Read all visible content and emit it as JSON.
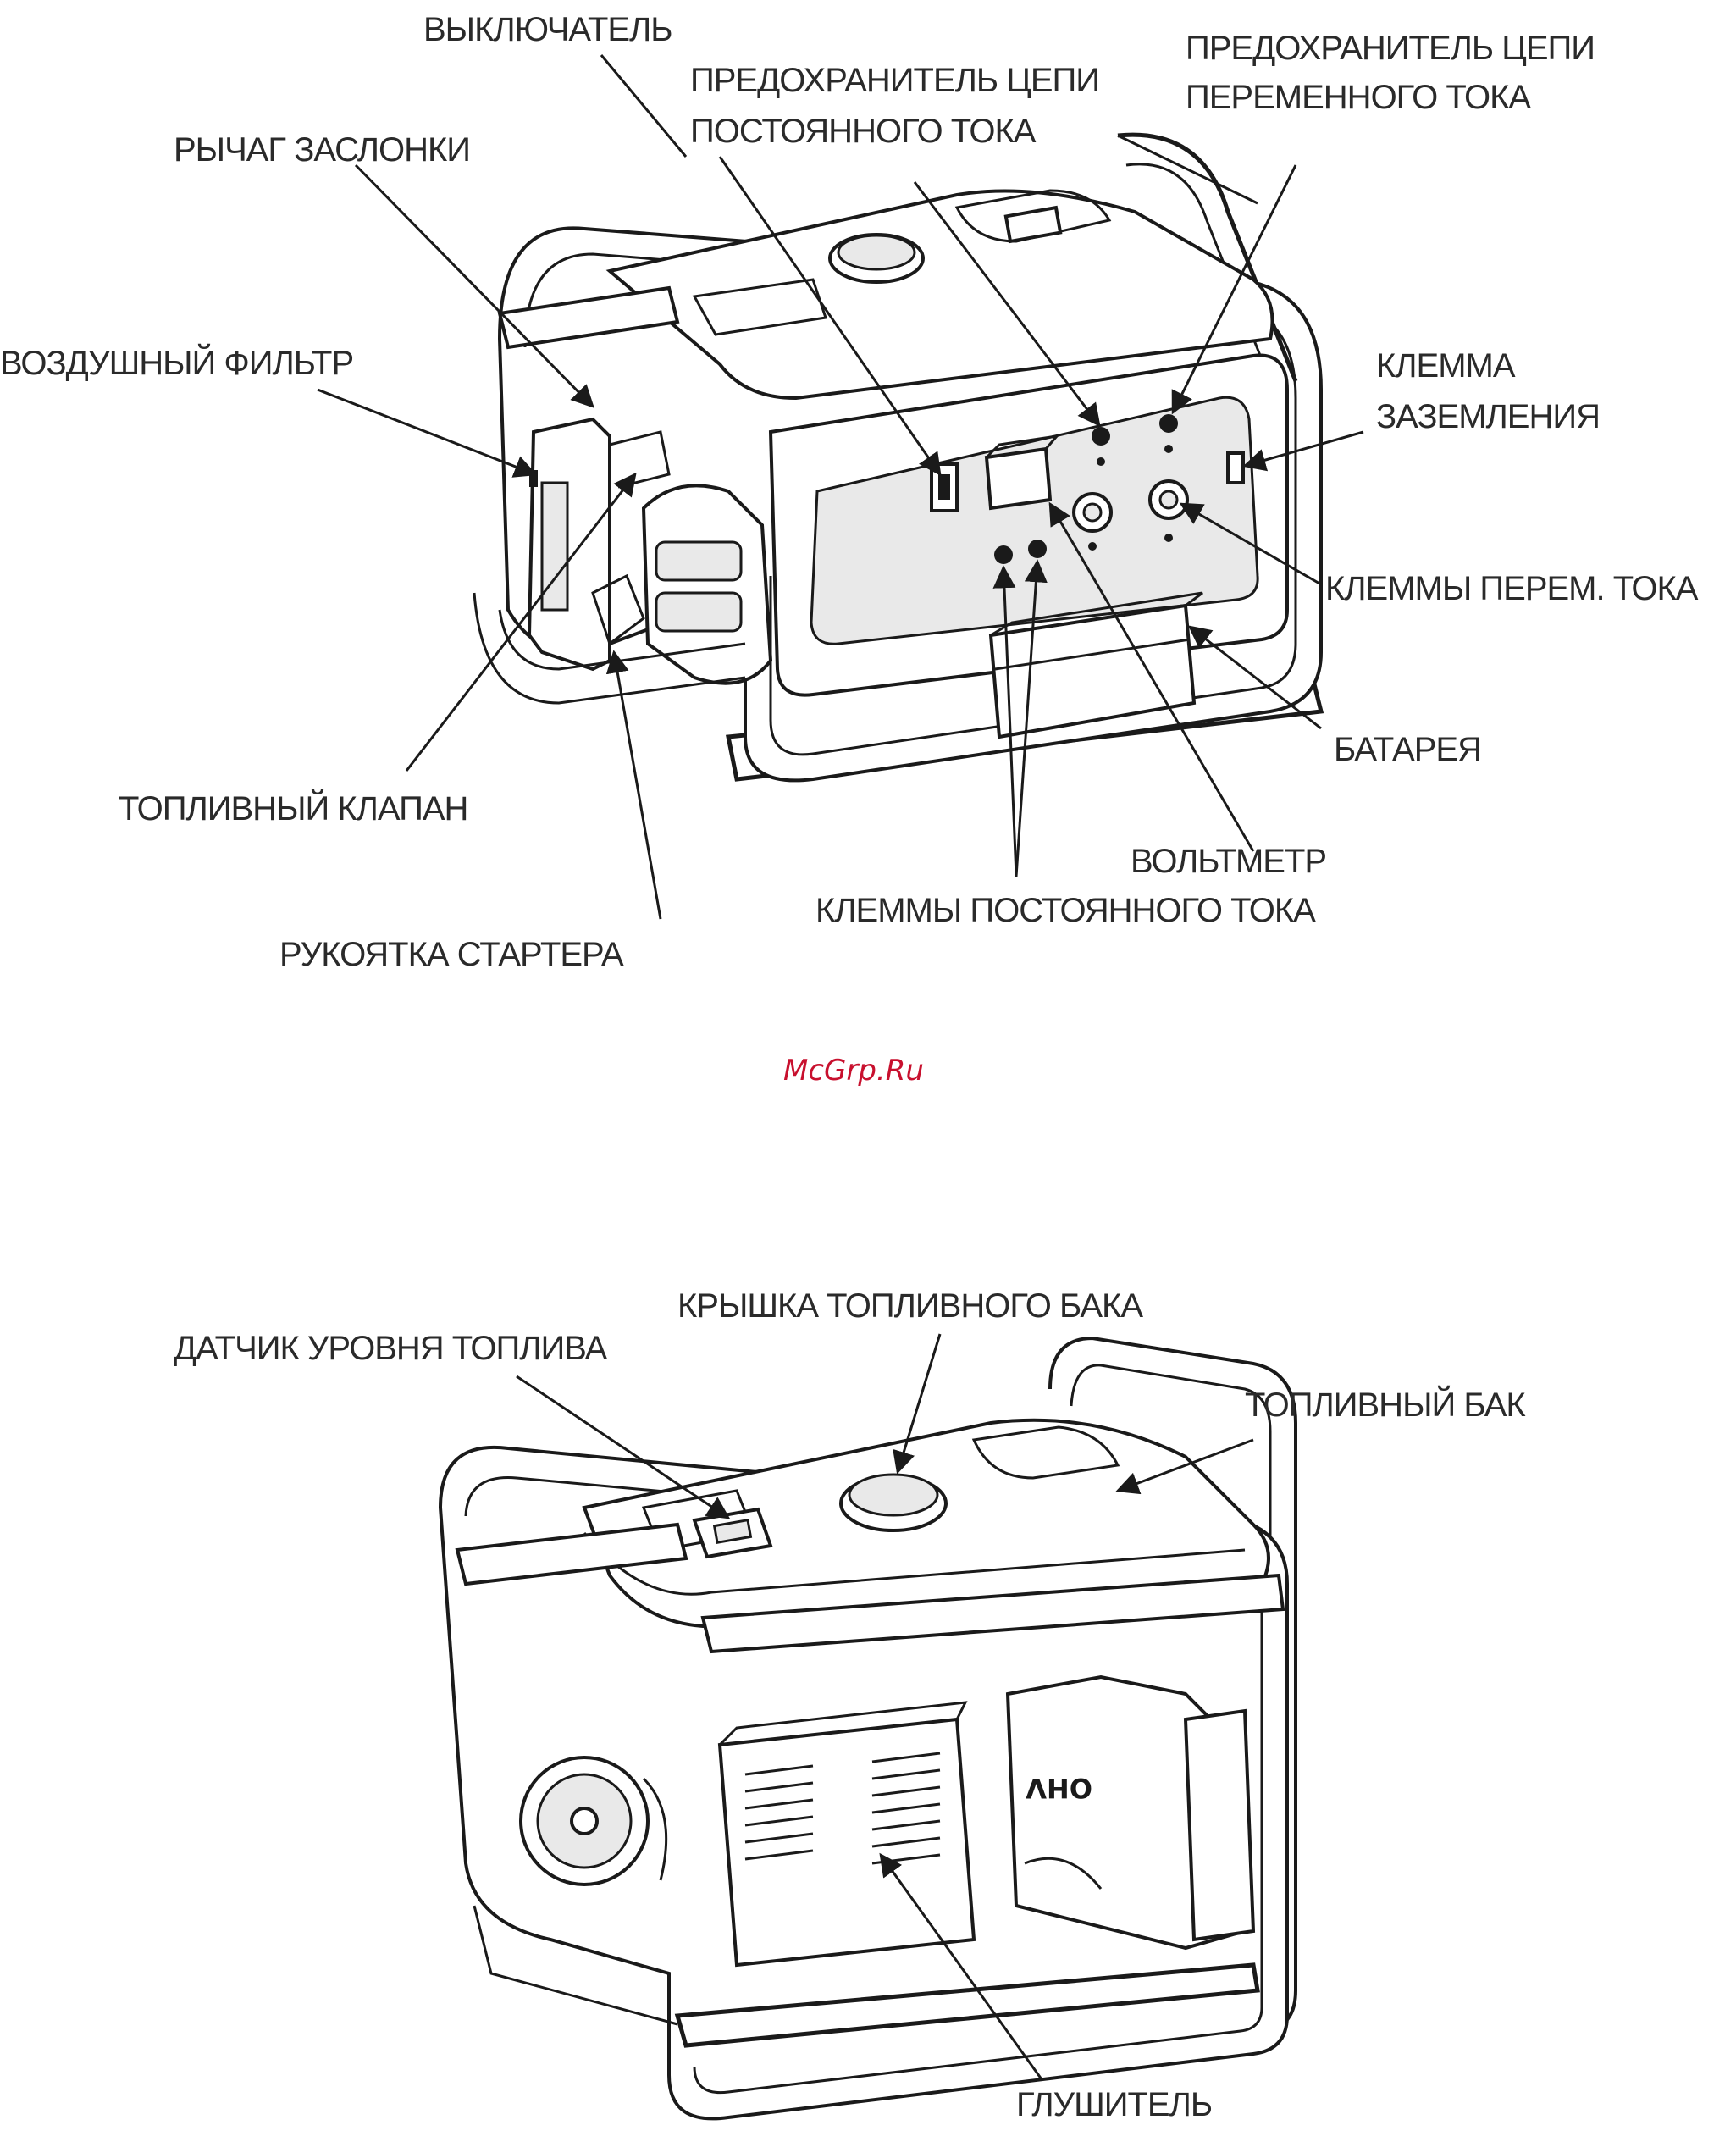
{
  "labels": {
    "switch": "ВЫКЛЮЧАТЕЛЬ",
    "dc_fuse_1": "ПРЕДОХРАНИТЕЛЬ ЦЕПИ",
    "dc_fuse_2": "ПОСТОЯННОГО ТОКА",
    "ac_fuse_1": "ПРЕДОХРАНИТЕЛЬ ЦЕПИ",
    "ac_fuse_2": "ПЕРЕМЕННОГО ТОКА",
    "choke_lever": "РЫЧАГ ЗАСЛОНКИ",
    "air_filter": "ВОЗДУШНЫЙ ФИЛЬТР",
    "ground_1": "КЛЕММА",
    "ground_2": "ЗАЗЕМЛЕНИЯ",
    "ac_terminals": "КЛЕММЫ ПЕРЕМ. ТОКА",
    "battery": "БАТАРЕЯ",
    "fuel_valve": "ТОПЛИВНЫЙ КЛАПАН",
    "voltmeter": "ВОЛЬТМЕТР",
    "dc_terminals": "КЛЕММЫ ПОСТОЯННОГО ТОКА",
    "starter_handle": "РУКОЯТКА СТАРТЕРА",
    "fuel_cap": "КРЫШКА ТОПЛИВНОГО БАКА",
    "fuel_gauge": "ДАТЧИК УРОВНЯ ТОПЛИВА",
    "fuel_tank": "ТОПЛИВНЫЙ БАК",
    "muffler": "ГЛУШИТЕЛЬ",
    "engine_brand": "OHV"
  },
  "watermark": "McGrp.Ru"
}
